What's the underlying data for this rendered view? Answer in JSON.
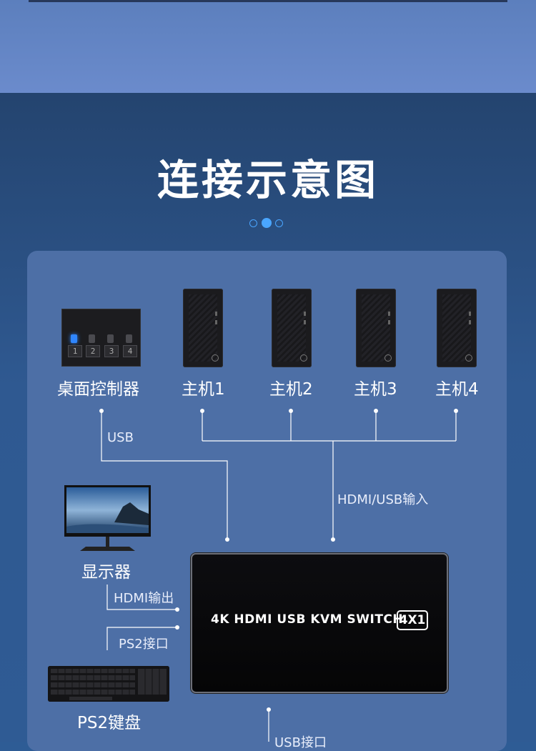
{
  "title": "连接示意图",
  "devices": {
    "controller": "桌面控制器",
    "host1": "主机1",
    "host2": "主机2",
    "host3": "主机3",
    "host4": "主机4",
    "monitor": "显示器",
    "keyboard": "PS2键盘"
  },
  "controller_keys": [
    "1",
    "2",
    "3",
    "4"
  ],
  "connections": {
    "usb": "USB",
    "hdmi_usb_input": "HDMI/USB输入",
    "hdmi_output": "HDMI输出",
    "ps2_port": "PS2接口",
    "usb_port": "USB接口"
  },
  "kvm": {
    "label": "4K HDMI USB KVM SWITCH",
    "badge": "4X1"
  },
  "colors": {
    "accent": "#4aa6ff",
    "card": "#4d6fa6",
    "line": "#ffffff"
  }
}
